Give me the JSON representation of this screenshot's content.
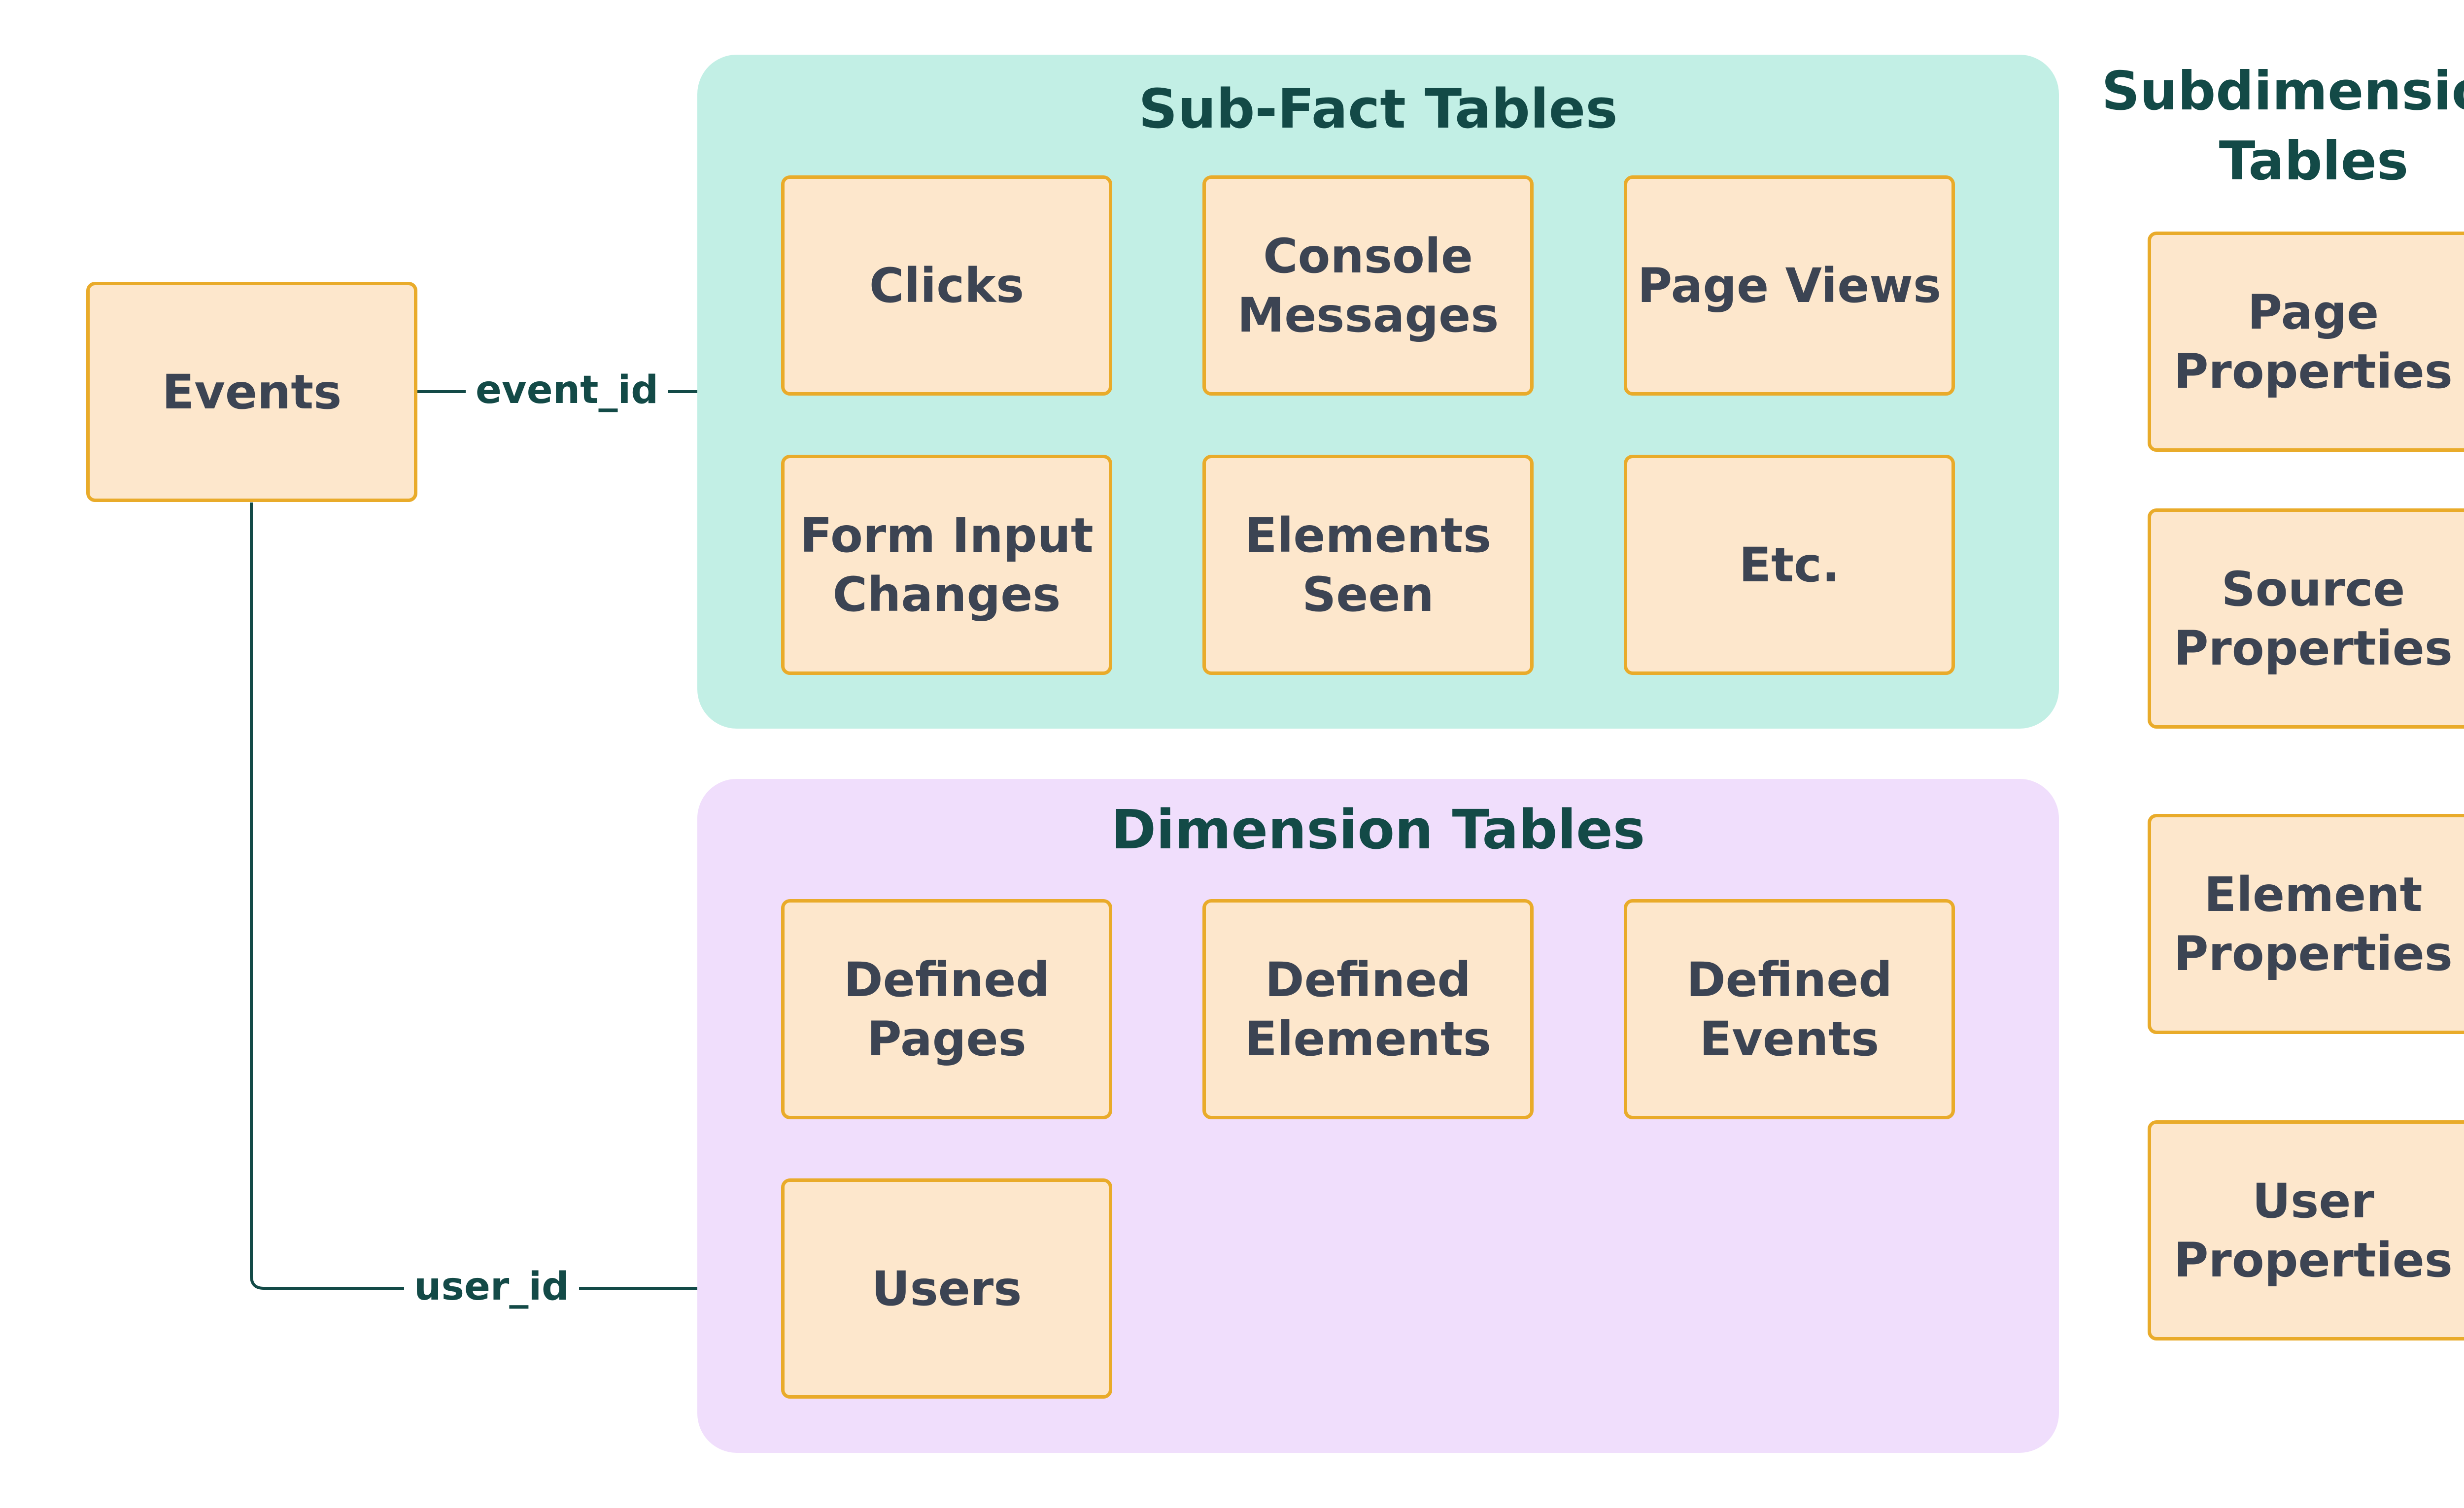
{
  "events_table": {
    "label": "Events"
  },
  "keys": {
    "event_id": "event_id",
    "user_id": "user_id"
  },
  "sub_fact_group": {
    "title": "Sub-Fact Tables",
    "tables": [
      "Clicks",
      "Console\nMessages",
      "Page Views",
      "Form Input\nChanges",
      "Elements\nSeen",
      "Etc."
    ]
  },
  "dimension_group": {
    "title": "Dimension Tables",
    "tables": [
      "Defined\nPages",
      "Defined\nElements",
      "Defined\nEvents",
      "Users"
    ]
  },
  "subdimension_group": {
    "title": "Subdimension\nTables",
    "tables": [
      "Page\nProperties",
      "Source\nProperties",
      "Element\nProperties",
      "User\nProperties"
    ]
  },
  "colors": {
    "fact_background": "#c2efe5",
    "dimension_background": "#f0defc",
    "table_fill": "#fde7cc",
    "table_border": "#e9ab2a",
    "heading_text": "#134a47",
    "table_text": "#3c4453"
  }
}
